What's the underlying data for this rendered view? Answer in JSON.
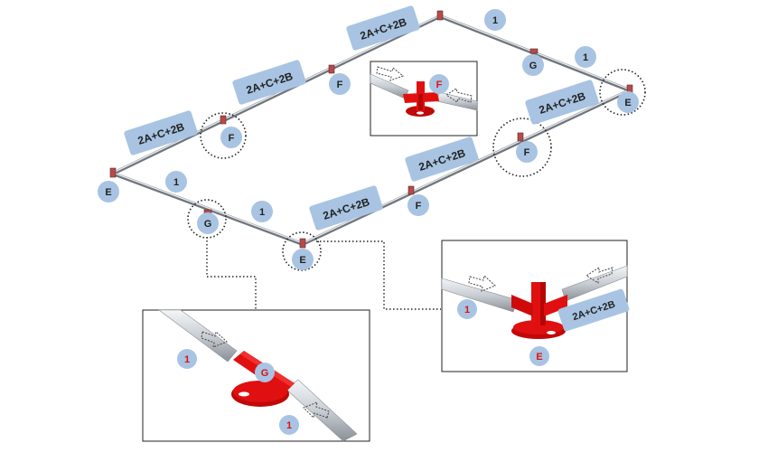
{
  "colors": {
    "tag_fill": "#a8c4e2",
    "node_fill": "#a8c4e2",
    "pipe_light": "#dfe3e8",
    "pipe_dark": "#6f757c",
    "fitting_red": "#e01010",
    "dotted": "#222222"
  },
  "labels": {
    "tag_seg_1": "2A+C+2B",
    "tag_seg_2": "2A+C+2B",
    "tag_seg_3": "2A+C+2B",
    "tag_seg_4": "2A+C+2B",
    "tag_seg_5": "2A+C+2B",
    "tag_seg_6": "2A+C+2B",
    "tag_inset_e": "2A+C+2B",
    "node_e_left": "E",
    "node_e_bottom": "E",
    "node_e_right": "E",
    "node_f_1": "F",
    "node_f_2": "F",
    "node_f_3": "F",
    "node_f_4": "F",
    "node_g_top": "G",
    "node_g_left": "G",
    "node_1_top": "1",
    "node_1_right": "1",
    "node_1_left": "1",
    "node_1_bottom": "1",
    "inset_f_label": "F",
    "inset_e_label_1": "1",
    "inset_e_label_e": "E",
    "inset_g_label_1a": "1",
    "inset_g_label_g": "G",
    "inset_g_label_1b": "1"
  }
}
